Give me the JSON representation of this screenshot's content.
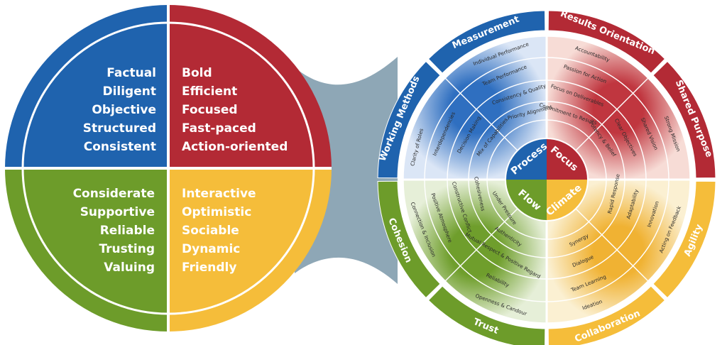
{
  "colors": {
    "blue": "#1f63ae",
    "red": "#b32a35",
    "green": "#6d9c2a",
    "yellow": "#f5bd3a",
    "connector": "#8ea7b6"
  },
  "left_wheel": {
    "quadrants": [
      {
        "color": "blue",
        "words": [
          "Factual",
          "Diligent",
          "Objective",
          "Structured",
          "Consistent"
        ]
      },
      {
        "color": "red",
        "words": [
          "Bold",
          "Efficient",
          "Focused",
          "Fast-paced",
          "Action-oriented"
        ]
      },
      {
        "color": "green",
        "words": [
          "Considerate",
          "Supportive",
          "Reliable",
          "Trusting",
          "Valuing"
        ]
      },
      {
        "color": "yellow",
        "words": [
          "Interactive",
          "Optimistic",
          "Sociable",
          "Dynamic",
          "Friendly"
        ]
      }
    ]
  },
  "right_wheel": {
    "cores": [
      "Process",
      "Focus",
      "Climate",
      "Flow"
    ],
    "outer_bands": [
      "Working Methods",
      "Measurement",
      "Results Orientation",
      "Shared Purpose",
      "Agility",
      "Collaboration",
      "Trust",
      "Cohesion"
    ],
    "ring_labels": [
      "Individual Performance",
      "Team Performance",
      "Consistency & Quality",
      "Priority Alignment",
      "Clarity of Roles",
      "Interdependencies",
      "Decision Making",
      "Mix of Capabilities",
      "Accountability",
      "Passion for Action",
      "Focus on Deliverables",
      "Commitment to Results",
      "Strong Mission",
      "Shared Vision",
      "Clear Objectives",
      "Potency & Belief",
      "Acting on Feedback",
      "Innovation",
      "Adaptability",
      "Rapid Response",
      "Ideation",
      "Team Learning",
      "Dialogue",
      "Synergy",
      "Openness & Candour",
      "Reliability",
      "Mutual Respect & Positive Regard",
      "Authenticity",
      "Connection & Inclusion",
      "Positive Atmosphere",
      "Constructive Conflict",
      "Cohesiveness",
      "Under Pressure"
    ]
  }
}
